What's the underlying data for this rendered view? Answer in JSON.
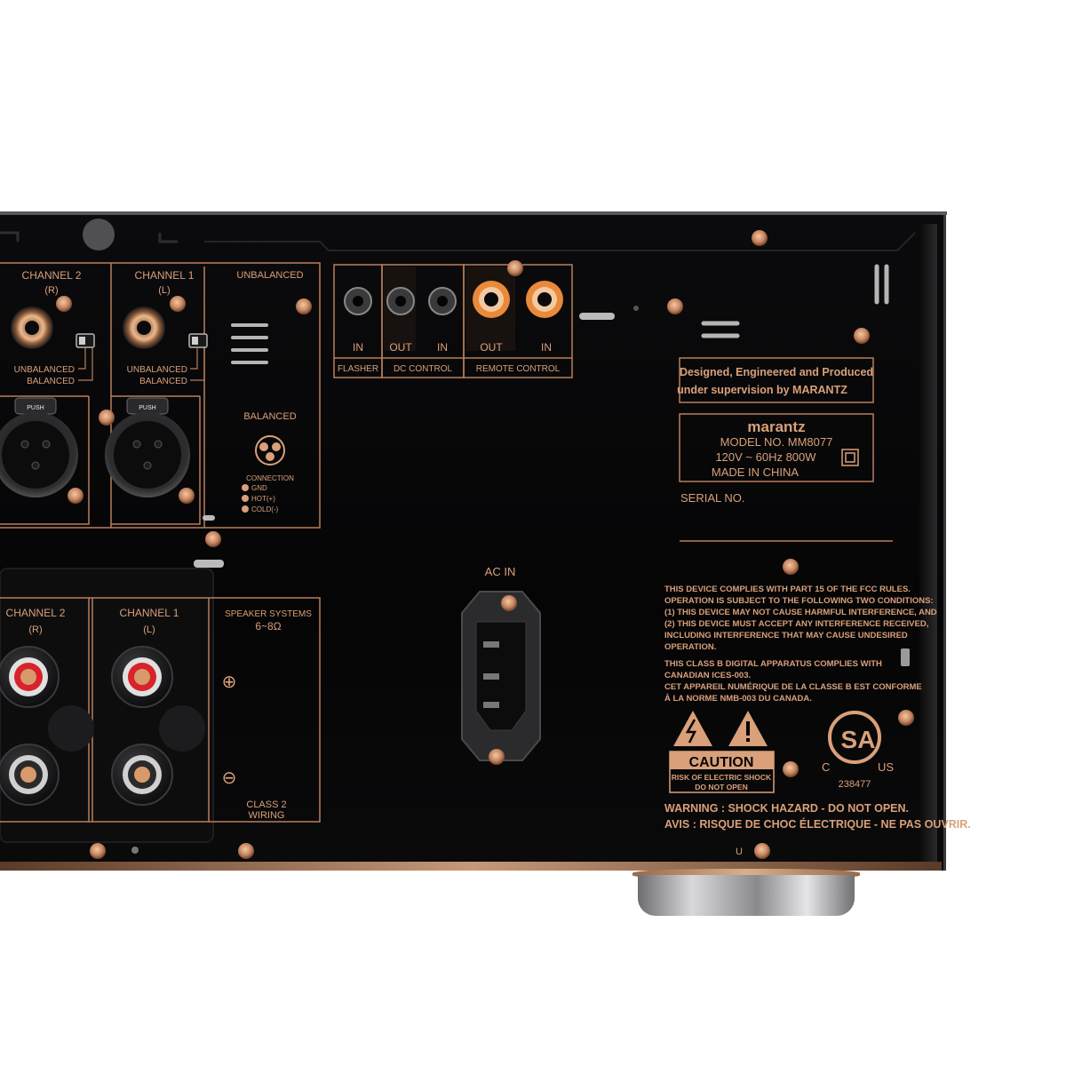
{
  "labels": {
    "channel2_top": "CHANNEL 2",
    "channel2_top_side": "(R)",
    "channel1_top": "CHANNEL 1",
    "channel1_top_side": "(L)",
    "unbalanced_header": "UNBALANCED",
    "unbalanced_1": "UNBALANCED",
    "balanced_1": "BALANCED",
    "unbalanced_2": "UNBALANCED",
    "balanced_2": "BALANCED",
    "push_1": "PUSH",
    "push_2": "PUSH",
    "balanced_header": "BALANCED",
    "connection": "CONNECTION",
    "gnd": "GND",
    "hot": "HOT(+)",
    "cold": "COLD(-)",
    "flasher_in": "IN",
    "flasher": "FLASHER",
    "dc_out": "OUT",
    "dc_in": "IN",
    "dc_control": "DC CONTROL",
    "remote_out": "OUT",
    "remote_in": "IN",
    "remote_control": "REMOTE CONTROL",
    "designed_1": "Designed, Engineered and Produced",
    "designed_2": "under supervision by MARANTZ",
    "brand": "marantz",
    "model": "MODEL NO. MM8077",
    "power": "120V ~ 60Hz  800W",
    "made": "MADE IN CHINA",
    "serial": "SERIAL NO.",
    "ac_in": "AC IN",
    "channel2_bottom": "CHANNEL 2",
    "channel2_bottom_side": "(R)",
    "channel1_bottom": "CHANNEL 1",
    "channel1_bottom_side": "(L)",
    "speaker_systems": "SPEAKER SYSTEMS",
    "speaker_ohm": "6~8Ω",
    "plus": "⊕",
    "minus": "⊖",
    "class2_1": "CLASS 2",
    "class2_2": "WIRING",
    "fcc_1": "THIS DEVICE COMPLIES WITH PART 15 OF THE FCC RULES.",
    "fcc_2": "OPERATION IS SUBJECT TO THE FOLLOWING TWO CONDITIONS:",
    "fcc_3": "(1) THIS DEVICE MAY NOT CAUSE HARMFUL INTERFERENCE, AND",
    "fcc_4": "(2) THIS DEVICE MUST ACCEPT ANY INTERFERENCE RECEIVED,",
    "fcc_5": "INCLUDING INTERFERENCE THAT MAY CAUSE UNDESIRED",
    "fcc_6": "OPERATION.",
    "ices_1": "THIS CLASS B DIGITAL APPARATUS COMPLIES WITH",
    "ices_2": "CANADIAN ICES-003.",
    "ices_3": "CET APPAREIL NUMÉRIQUE DE LA CLASSE B EST CONFORME",
    "ices_4": "À LA NORME NMB-003 DU CANADA.",
    "caution": "CAUTION",
    "caution_1": "RISK OF ELECTRIC SHOCK",
    "caution_2": "DO NOT OPEN",
    "csa": "SA",
    "csa_c": "C",
    "csa_us": "US",
    "csa_no": "238477",
    "warning": "WARNING : SHOCK HAZARD - DO NOT OPEN.",
    "avis": "AVIS : RISQUE DE CHOC ÉLECTRIQUE - NE PAS OUVRIR.",
    "u_mark": "U"
  },
  "colors": {
    "copper": "#c98a62",
    "panel": "#060607",
    "red_terminal": "#d8232a",
    "orange_rca": "#e8742a"
  }
}
